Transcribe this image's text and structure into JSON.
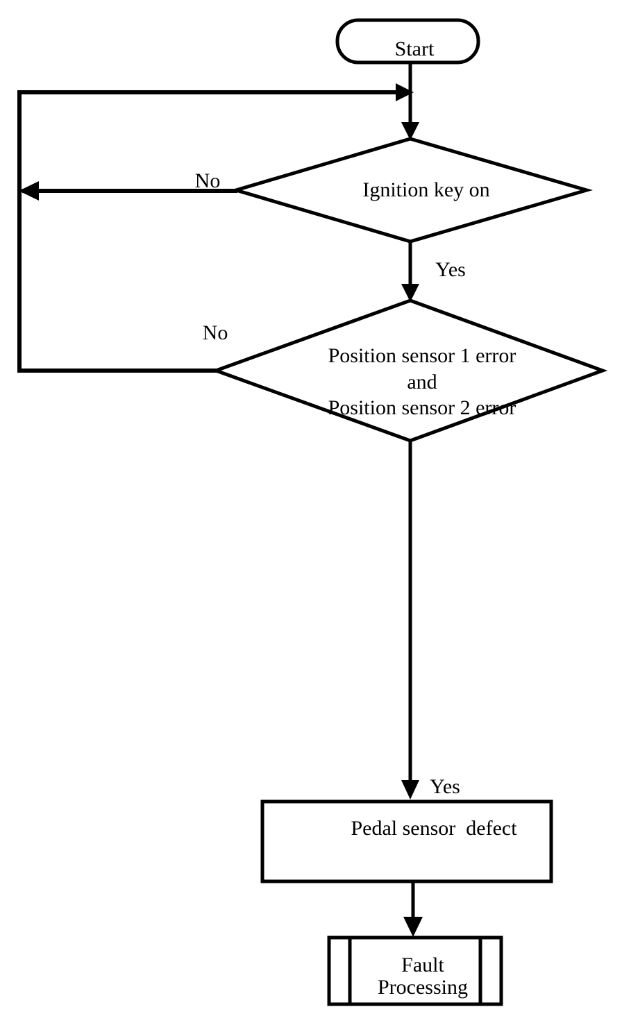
{
  "diagram": {
    "title": "Pedal position sensor fault detection flowchart",
    "type": "flowchart",
    "background_color": "#ffffff",
    "line_color": "#000000",
    "text_color": "#000000"
  },
  "nodes": {
    "start": {
      "label": "Start",
      "shape": "terminator-oval"
    },
    "decision_ignition": {
      "label": "Ignition key on",
      "shape": "decision-diamond"
    },
    "decision_sensors": {
      "label_line1": "Position sensor 1 error",
      "label_line2": "and",
      "label_line3": "Position sensor 2 error",
      "shape": "decision-diamond"
    },
    "process_defect": {
      "label": "Pedal sensor  defect",
      "shape": "process-rectangle"
    },
    "predefined_fault": {
      "label_line1": "Fault",
      "label_line2": "Processing",
      "shape": "predefined-process"
    }
  },
  "edge_labels": {
    "ignition_no": "No",
    "ignition_yes": "Yes",
    "sensors_no": "No",
    "sensors_yes": "Yes"
  }
}
